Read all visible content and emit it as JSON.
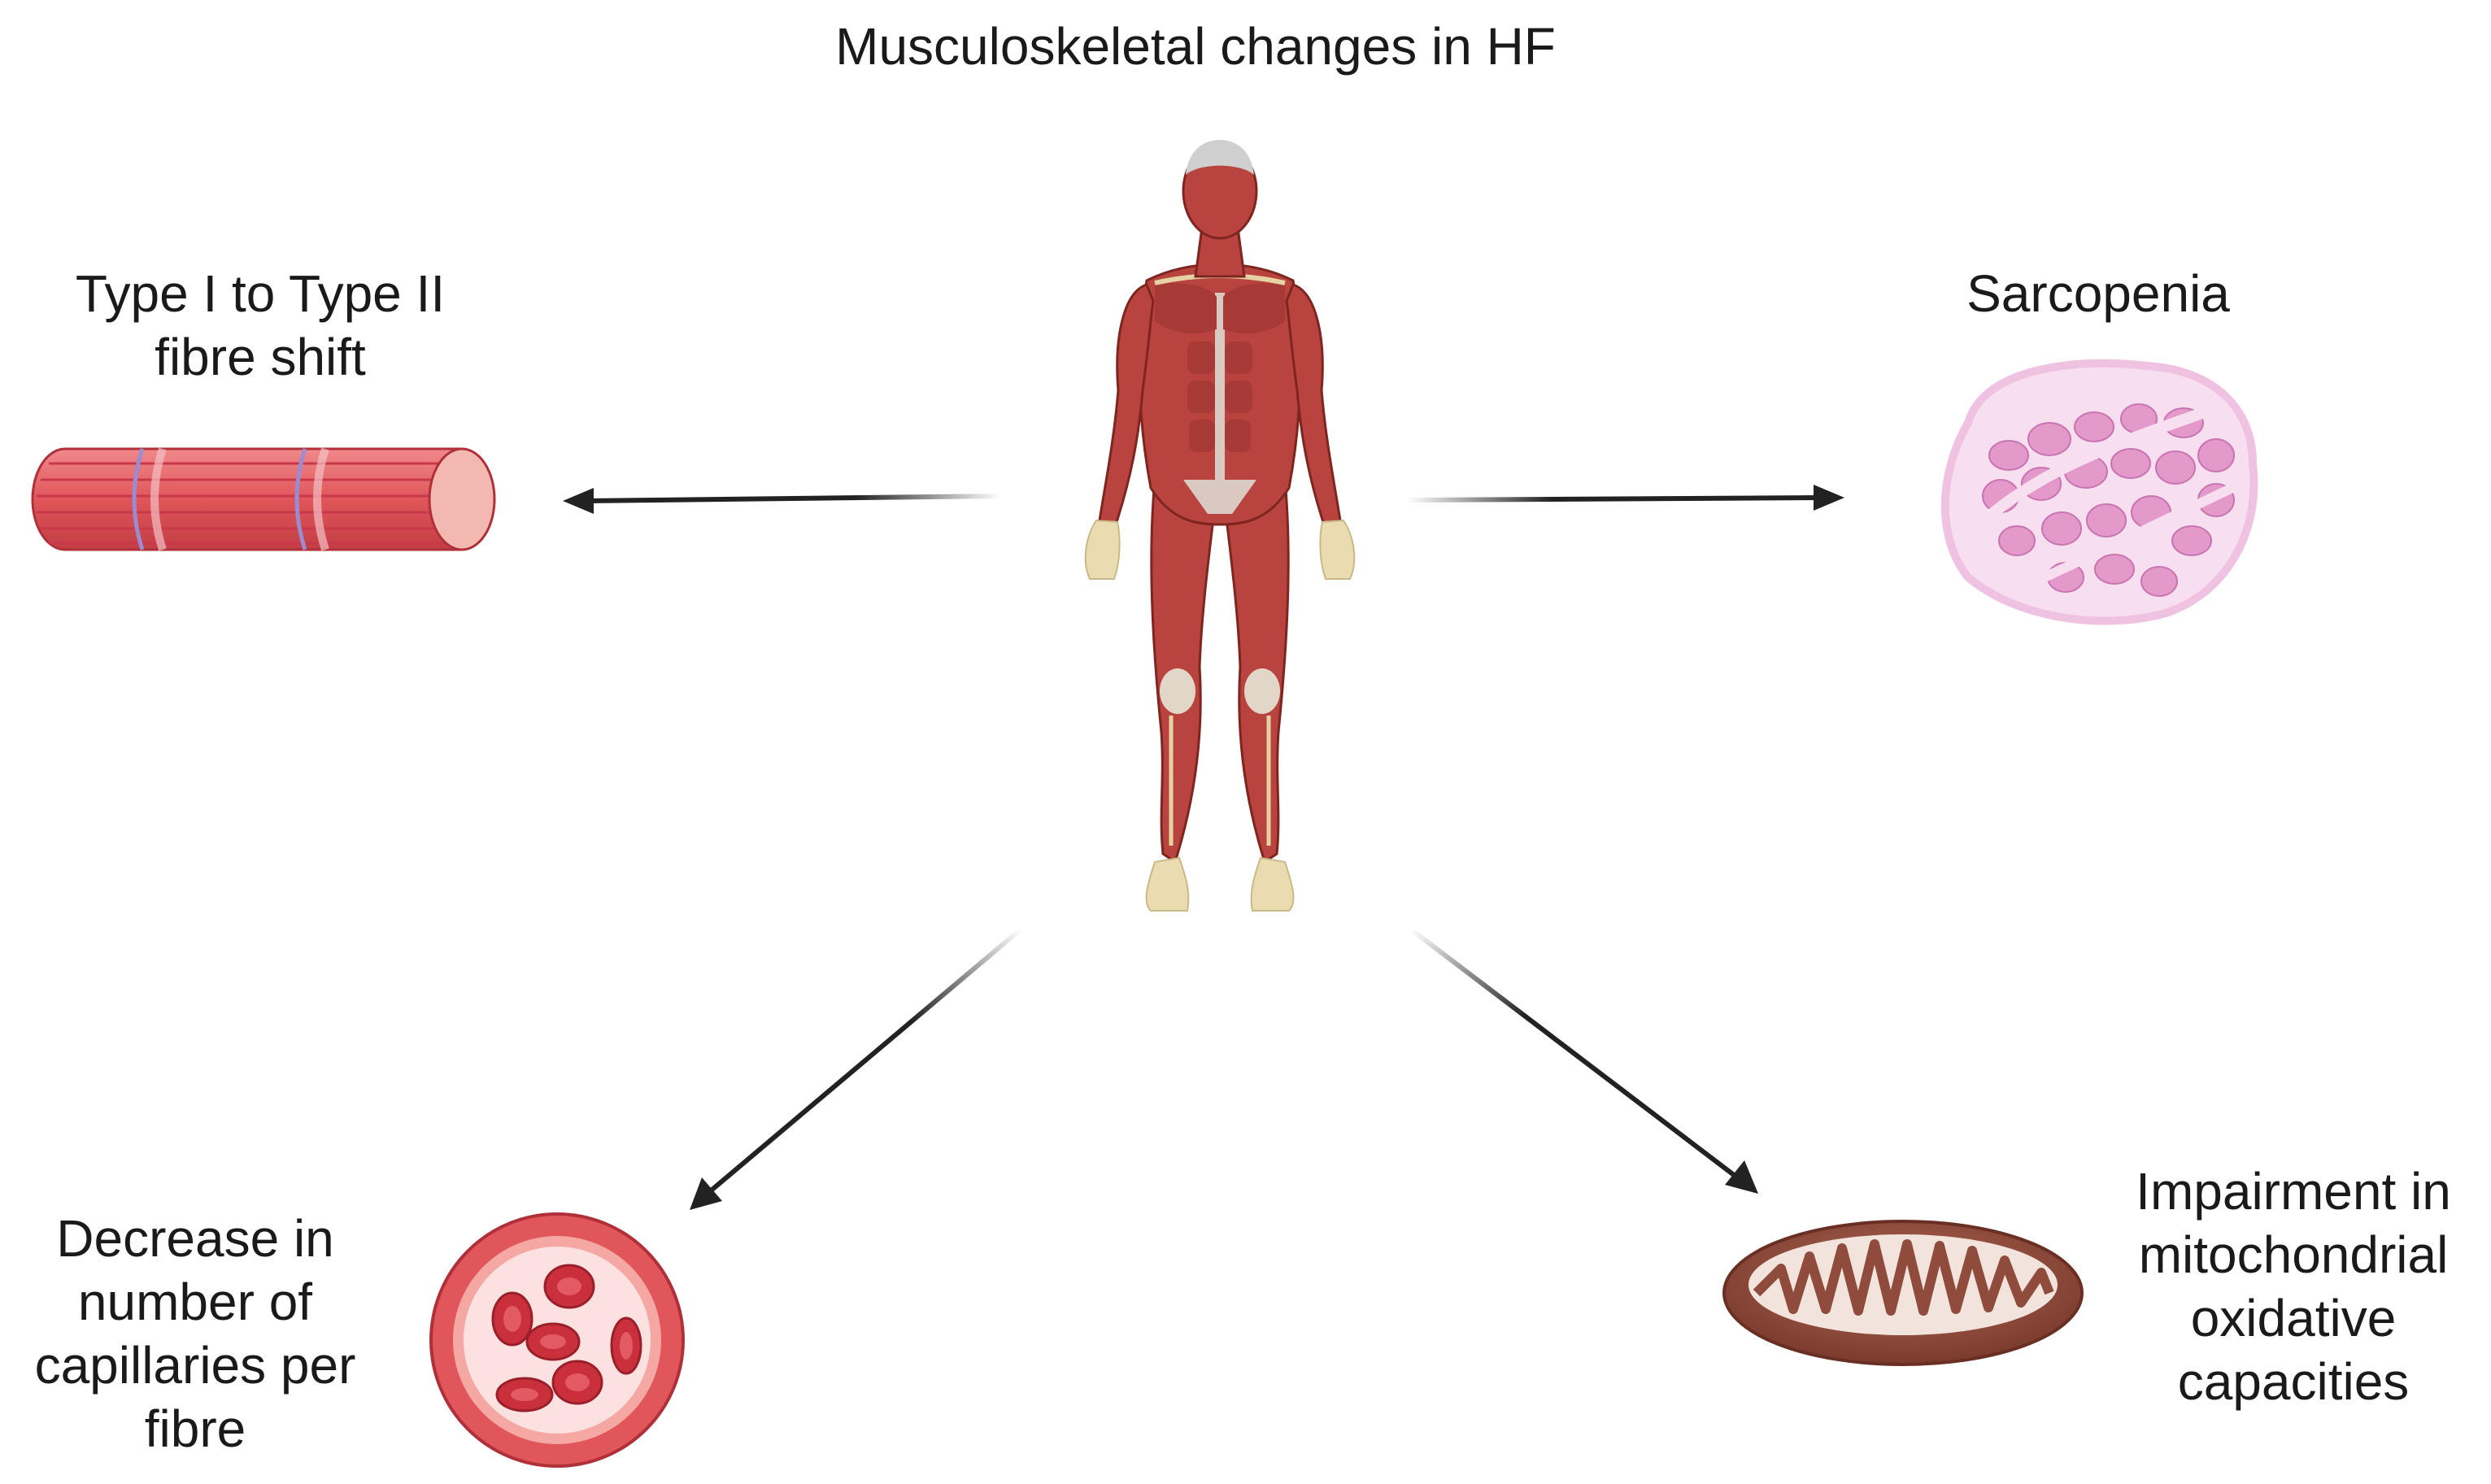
{
  "title": "Musculoskeletal changes in HF",
  "labels": {
    "fibre_shift": [
      "Type I to Type II",
      "fibre shift"
    ],
    "sarcopenia": [
      "Sarcopenia"
    ],
    "capillaries": [
      "Decrease in",
      "number of",
      "capillaries per",
      "fibre"
    ],
    "mitochondria": [
      "Impairment in",
      "mitochondrial",
      "oxidative",
      "capacities"
    ]
  },
  "colors": {
    "muscle": "#b8433f",
    "muscle_dark": "#7e2520",
    "tendon": "#e6d3a3",
    "fibre": "#e0565a",
    "sarcopenia": "#e7a4cf",
    "mito": "#8f4c3c",
    "arrow": "#222222"
  }
}
